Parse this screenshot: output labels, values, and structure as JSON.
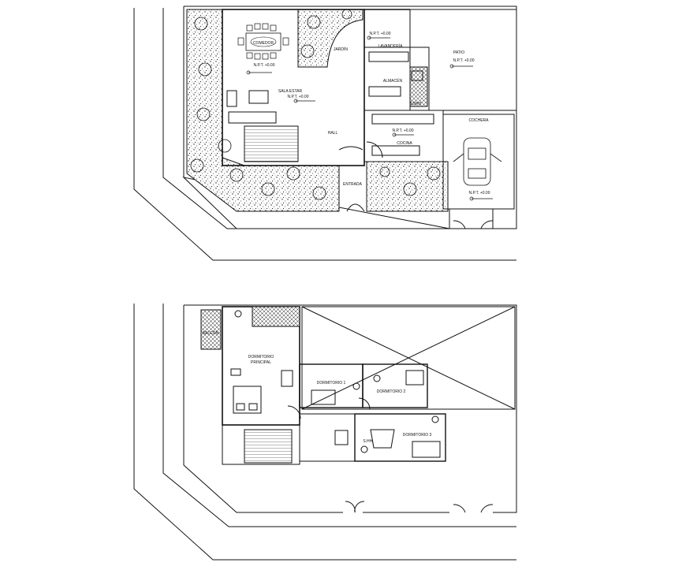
{
  "ground_floor": {
    "rooms": {
      "comedor": "COMEDOR",
      "jardin": "JARDÍN",
      "lavanderia": "LAVANDERÍA",
      "patio": "PATIO",
      "almacen": "ALMACÉN",
      "sala_estar": "SALA ESTAR",
      "ssh": "SSHH",
      "hall": "HALL",
      "cochera": "COCHERA",
      "cocina": "COCINA",
      "entrada": "ENTRADA"
    },
    "levels": {
      "comedor": "N.P.T. +0.00",
      "lavanderia": "N.P.T. +0.00",
      "patio": "N.P.T. +0.00",
      "sala_estar": "N.P.T. +0.00",
      "cocina": "N.P.T. +0.00",
      "cochera": "N.P.T. +0.00"
    }
  },
  "upper_floor": {
    "rooms": {
      "balcon": "BALCÓN",
      "dormitorio_principal_1": "DORMITORIO",
      "dormitorio_principal_2": "PRINCIPAL",
      "dormitorio_1": "DORMITORIO 1",
      "dormitorio_2": "DORMITORIO 2",
      "dormitorio_3": "DORMITORIO 3",
      "ssh": "S.HH."
    }
  },
  "colors": {
    "line": "#111111",
    "background": "#ffffff"
  }
}
